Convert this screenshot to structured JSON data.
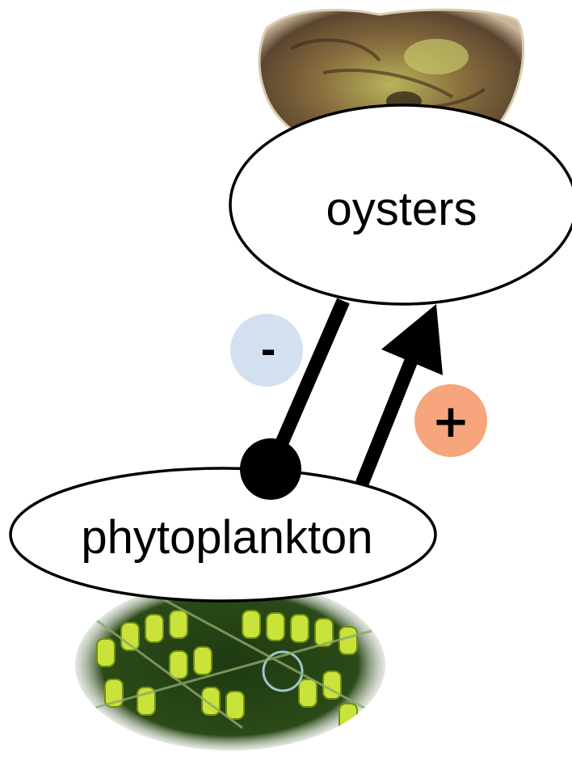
{
  "nodes": {
    "oysters": {
      "label": "oysters",
      "image": "oyster-shell-photo"
    },
    "phytoplankton": {
      "label": "phytoplankton",
      "image": "phytoplankton-microscopy-photo"
    }
  },
  "edges": [
    {
      "from": "oysters",
      "to": "phytoplankton",
      "sign": "-",
      "kind": "negative-effect",
      "arrowhead": "circle"
    },
    {
      "from": "phytoplankton",
      "to": "oysters",
      "sign": "+",
      "kind": "positive-effect",
      "arrowhead": "triangle"
    }
  ],
  "badges": {
    "negative": {
      "text": "-",
      "color": "#d3e0f0"
    },
    "positive": {
      "text": "+",
      "color": "#f7a57c"
    }
  }
}
